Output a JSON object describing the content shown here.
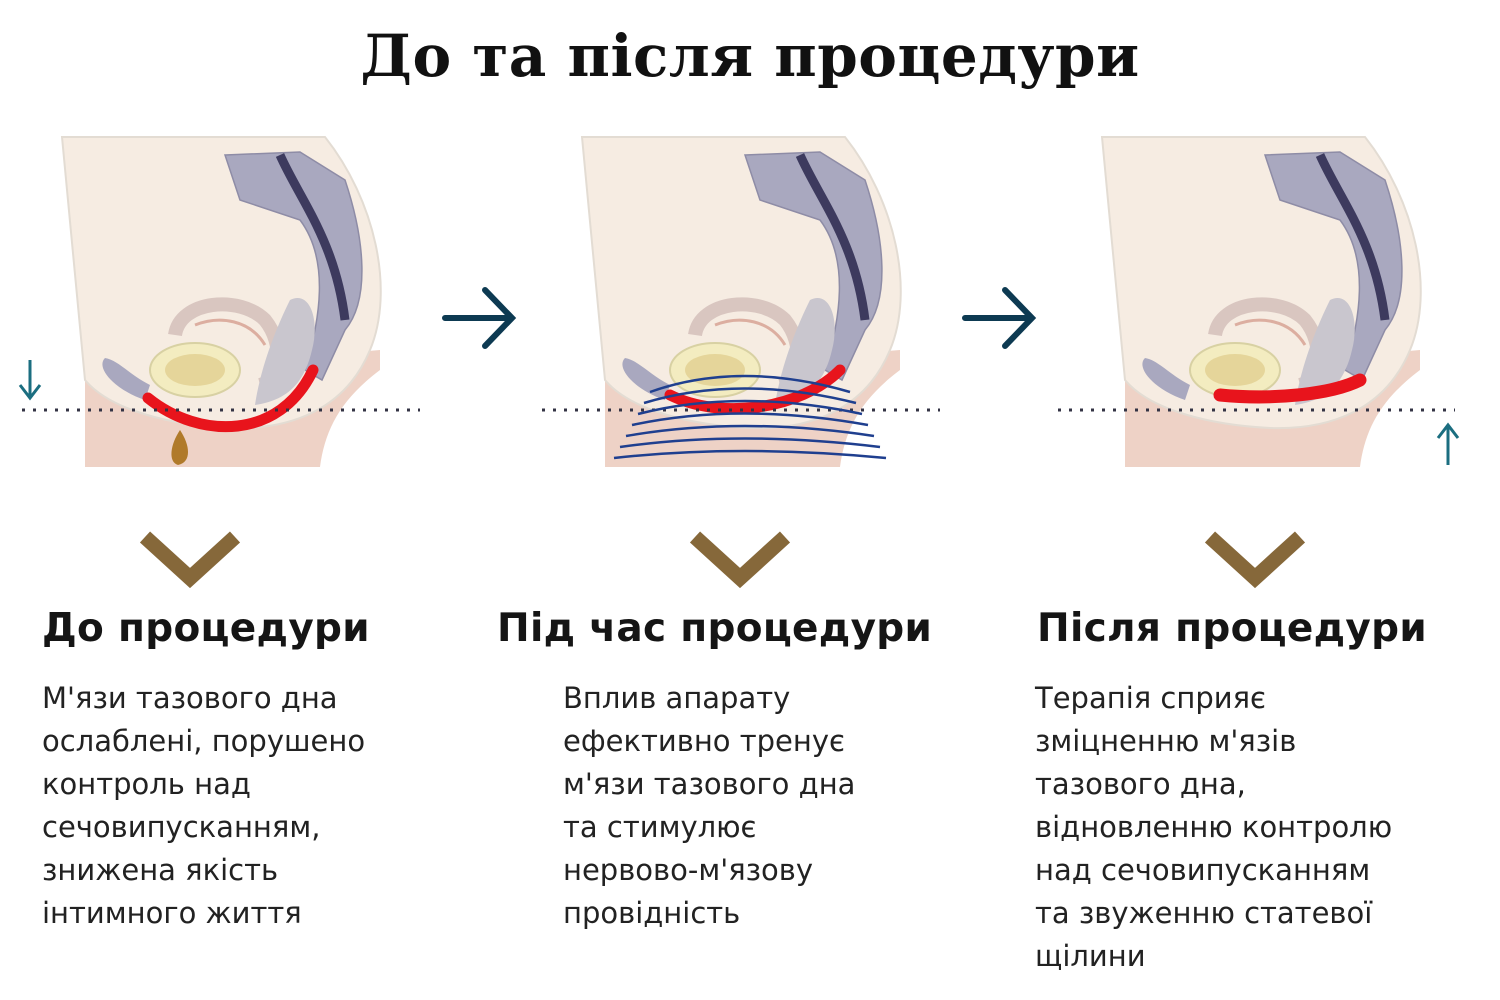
{
  "title": "До та після процедури",
  "colors": {
    "muscle": "#e8141c",
    "chevron": "#86683a",
    "arrow": "#0d3a52",
    "level_arrow": "#1b6e80",
    "bone": "#a9a8bf",
    "skin": "#f6ece2",
    "thigh": "#eed2c6",
    "waves": "#1f3f8f"
  },
  "panels": [
    {
      "heading": "До процедури",
      "lines": [
        "М'язи тазового дна",
        "ослаблені, порушено",
        "контроль над",
        "сечовипусканням,",
        "знижена якість",
        "інтимного життя"
      ]
    },
    {
      "heading": "Під час процедури",
      "lines": [
        "Вплив апарату",
        "ефективно тренує",
        "м'язи тазового дна",
        "та стимулює",
        "нервово-м'язову",
        "провідність"
      ]
    },
    {
      "heading": "Після процедури",
      "lines": [
        "Терапія сприяє",
        "зміцненню м'язів",
        "тазового дна,",
        "відновленню контролю",
        "над сечовипусканням",
        "та звуженню статевої",
        "щілини"
      ]
    }
  ]
}
